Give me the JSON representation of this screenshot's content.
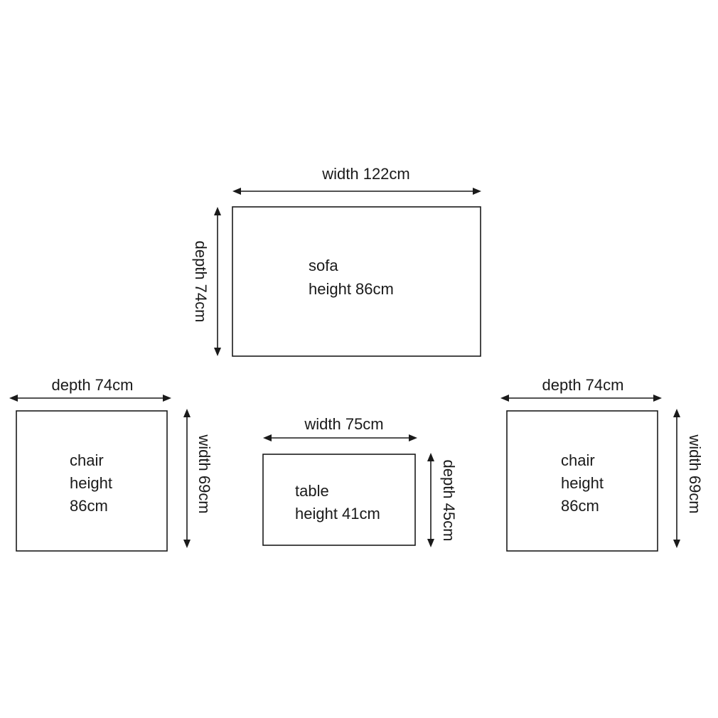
{
  "sofa": {
    "name": "sofa",
    "height": "height 86cm",
    "width_label": "width 122cm",
    "depth_label": "depth 74cm"
  },
  "chair_left": {
    "line1": "chair",
    "line2": "height",
    "line3": "86cm",
    "depth_label": "depth 74cm",
    "width_label": "width 69cm"
  },
  "table": {
    "name": "table",
    "height": "height 41cm",
    "width_label": "width 75cm",
    "depth_label": "depth 45cm"
  },
  "chair_right": {
    "line1": "chair",
    "line2": "height",
    "line3": "86cm",
    "depth_label": "depth 74cm",
    "width_label": "width 69cm"
  },
  "colors": {
    "stroke": "#1a1a1a",
    "background": "#ffffff"
  }
}
